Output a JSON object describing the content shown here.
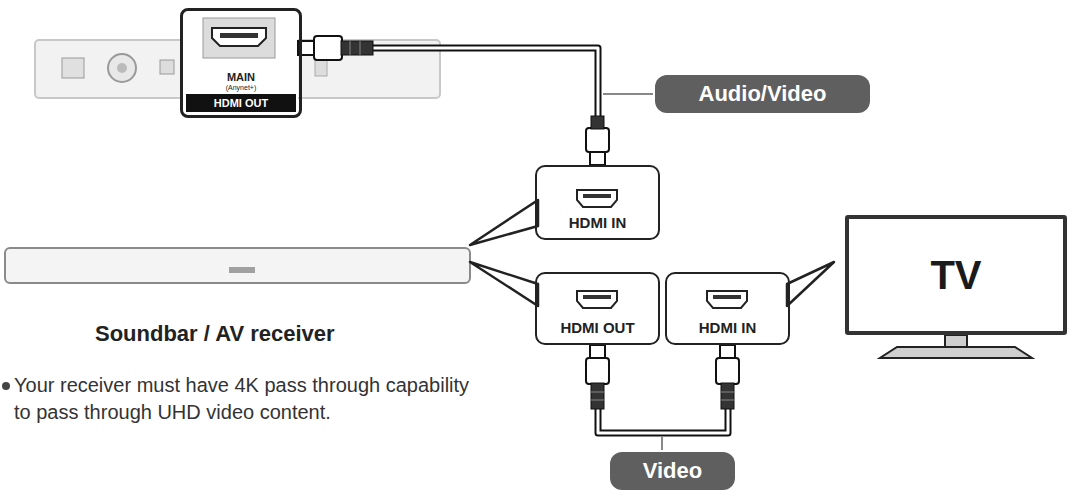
{
  "diagram": {
    "nodes": [
      {
        "text": [
          "MAIN",
          "(Anynet+)",
          "HDMI OUT"
        ]
      },
      {
        "text": [
          "HDMI IN"
        ]
      },
      {
        "text": [
          "HDMI OUT"
        ]
      },
      {
        "text": [
          "HDMI IN"
        ]
      },
      {
        "text": [
          "TV"
        ]
      }
    ],
    "edges": [
      {
        "from": 0,
        "to": 1,
        "arrow": "none",
        "label": "Audio/Video"
      },
      {
        "from": 2,
        "to": 3,
        "arrow": "none",
        "label": "Video"
      }
    ],
    "labels": [
      "Soundbar / AV receiver",
      "Your receiver must have 4K pass through capability to pass through UHD video content."
    ]
  }
}
